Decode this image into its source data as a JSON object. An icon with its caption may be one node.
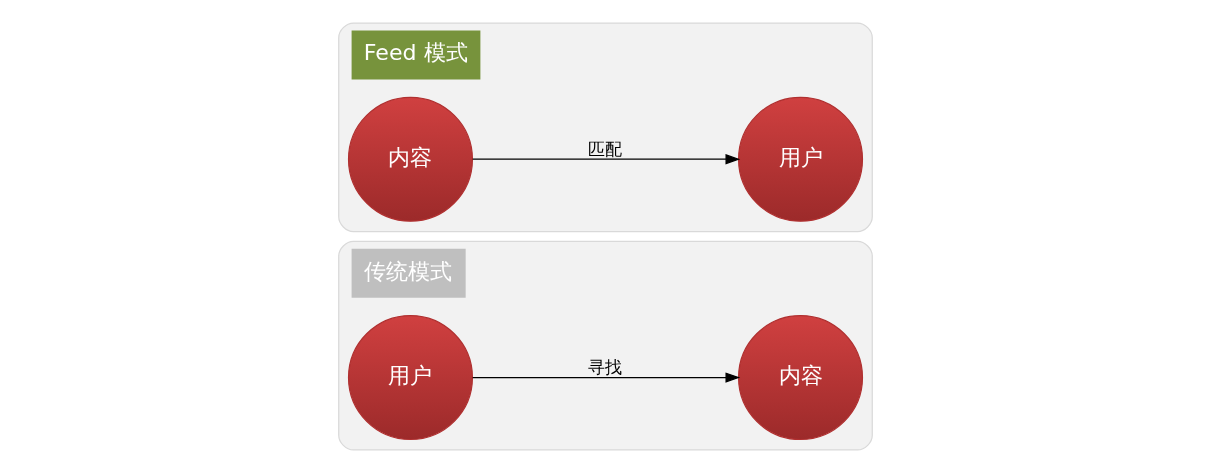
{
  "diagram": {
    "nodes": [
      {
        "text": [
          "传统模式"
        ]
      },
      {
        "text": [
          "用户"
        ],
        "in": 0
      },
      {
        "text": [
          "内容"
        ],
        "in": 0
      },
      {
        "text": [
          "Feed 模式"
        ]
      },
      {
        "text": [
          "内容"
        ],
        "in": 3
      },
      {
        "text": [
          "用户"
        ],
        "in": 3
      }
    ],
    "edges": [
      {
        "from": 1,
        "to": 2,
        "arrow": "to",
        "label": "寻找"
      },
      {
        "from": 4,
        "to": 5,
        "arrow": "to",
        "label": "匹配"
      }
    ]
  }
}
